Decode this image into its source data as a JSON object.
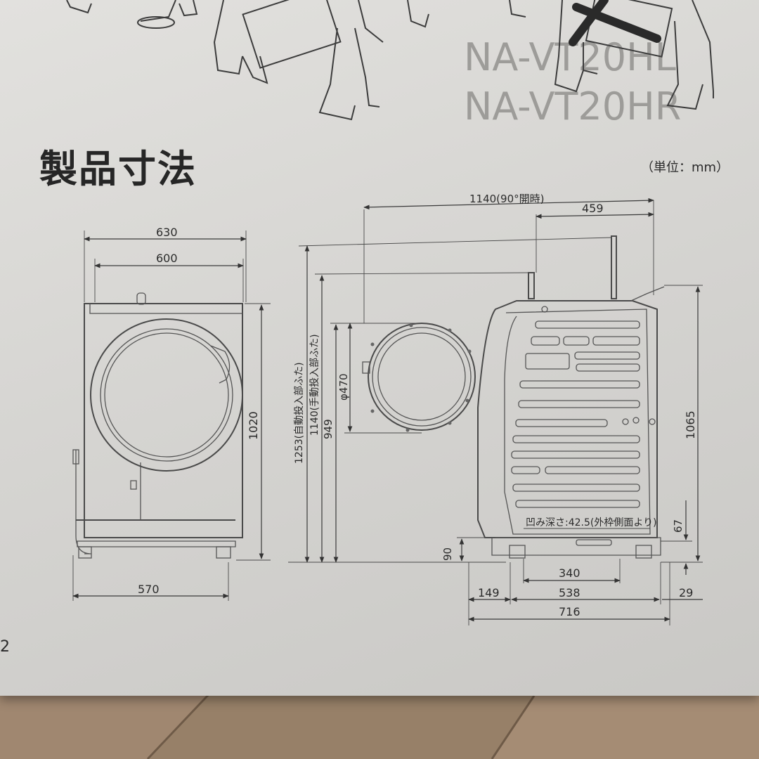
{
  "page": {
    "title": "製品寸法",
    "unit_note": "（単位：mm）",
    "page_number": "2"
  },
  "front_view": {
    "width_top_outer": "630",
    "width_top": "600",
    "height": "1020",
    "width_base": "570"
  },
  "side_view": {
    "depth_open_90": "1140(90°開時)",
    "lid_offset": "459",
    "height_auto_lid": "1253(自動投入部ふた)",
    "height_manual_lid": "1140(手動投入部ふた)",
    "door_center_height": "949",
    "door_diameter": "φ470",
    "body_height": "1065",
    "recess_note": "凹み深さ:42.5(外枠側面より)",
    "foot_offset_67": "67",
    "base_height_90": "90",
    "foot_span_340": "340",
    "front_offset_149": "149",
    "body_depth_538": "538",
    "rear_offset_29": "29",
    "total_depth_716": "716"
  }
}
